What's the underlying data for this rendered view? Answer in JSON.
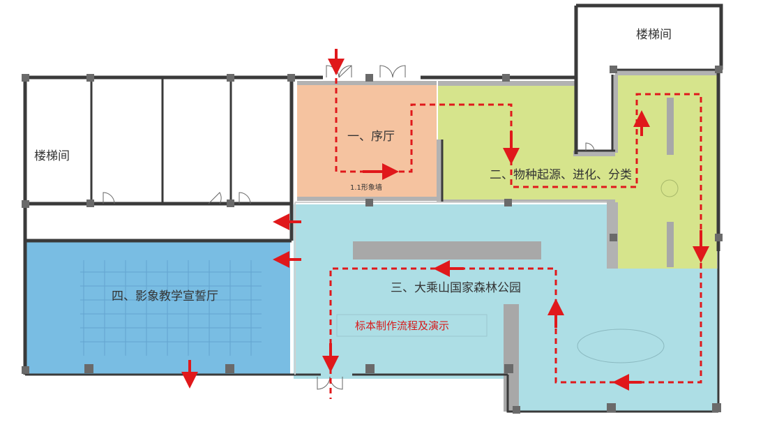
{
  "rooms": {
    "stair_left": "楼梯间",
    "stair_top": "楼梯间",
    "foyer": "一、序厅",
    "image_wall": "1.1形象墙",
    "species": "二、物种起源、进化、分类",
    "park": "三、大乘山国家森林公园",
    "specimen": "标本制作流程及演示",
    "hall": "四、影象教学宣誓厅"
  },
  "colors": {
    "foyer": "#f5c3a0",
    "species": "#d6e48c",
    "park": "#addee5",
    "hall": "#79bde3",
    "wall": "#3a3a3a",
    "route": "#e0181b"
  }
}
